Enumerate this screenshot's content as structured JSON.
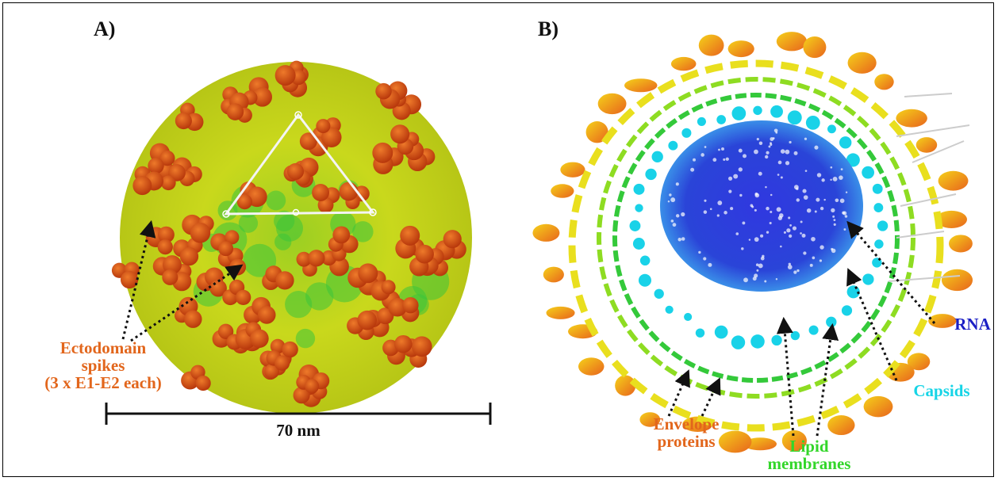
{
  "panel_a": {
    "label": "A)",
    "annotation_line1": "Ectodomain",
    "annotation_line2": "spikes",
    "annotation_line3": "(3 x E1-E2 each)",
    "scale_label": "70 nm"
  },
  "panel_b": {
    "label": "B)",
    "rna": "RNA",
    "capsids": "Capsids",
    "envelope_line1": "Envelope",
    "envelope_line2": "proteins",
    "lipid_line1": "Lipid",
    "lipid_line2": "membranes"
  },
  "colors": {
    "spike_orange": "#d24a12",
    "shell_yellow": "#d8e01a",
    "shell_green": "#3cc43a",
    "envelope_label": "#e2661c",
    "lipid_label": "#33d62a",
    "capsid_label": "#16d4e6",
    "rna_label": "#1b1fc4"
  }
}
